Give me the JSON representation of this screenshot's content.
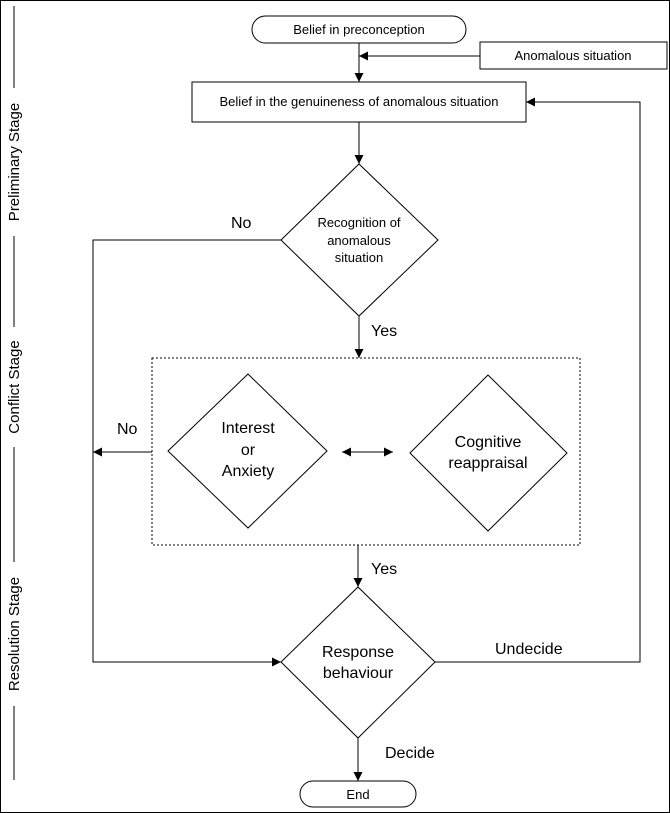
{
  "stages": {
    "preliminary": "Preliminary Stage",
    "conflict": "Conflict Stage",
    "resolution": "Resolution Stage"
  },
  "nodes": {
    "start": "Belief in preconception",
    "anomalous": "Anomalous situation",
    "belief_genuineness": "Belief in the genuineness of anomalous situation",
    "recognition": [
      "Recognition of",
      "anomalous",
      "situation"
    ],
    "interest": [
      "Interest",
      "or",
      "Anxiety"
    ],
    "cognitive": [
      "Cognitive",
      "reappraisal"
    ],
    "response": [
      "Response",
      "behaviour"
    ],
    "end": "End"
  },
  "edges": {
    "no_recognition": "No",
    "yes_recognition": "Yes",
    "no_conflict": "No",
    "yes_conflict": "Yes",
    "undecide": "Undecide",
    "decide": "Decide"
  }
}
